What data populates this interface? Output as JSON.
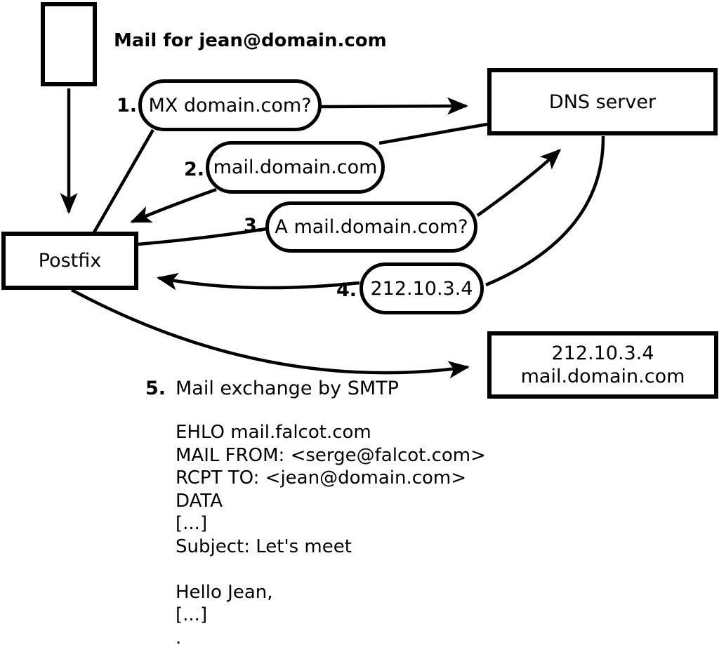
{
  "diagram": {
    "title": "Mail for jean@domain.com",
    "nodes": {
      "sender_message": "",
      "postfix": "Postfix",
      "dns_server": "DNS server",
      "mail_server_line1": "212.10.3.4",
      "mail_server_line2": "mail.domain.com"
    },
    "steps": [
      {
        "num": "1.",
        "label": "MX domain.com?"
      },
      {
        "num": "2.",
        "label": "mail.domain.com"
      },
      {
        "num": "3.",
        "label": "A mail.domain.com?"
      },
      {
        "num": "4.",
        "label": "212.10.3.4"
      },
      {
        "num": "5.",
        "label": "Mail exchange by SMTP"
      }
    ],
    "smtp_session": [
      "EHLO mail.falcot.com",
      "MAIL FROM: <serge@falcot.com>",
      "RCPT TO: <jean@domain.com>",
      "DATA",
      "[...]",
      "Subject: Let's meet",
      "",
      "Hello Jean,",
      "[...]",
      "."
    ],
    "colors": {
      "stroke": "#000000",
      "background": "#ffffff"
    }
  }
}
